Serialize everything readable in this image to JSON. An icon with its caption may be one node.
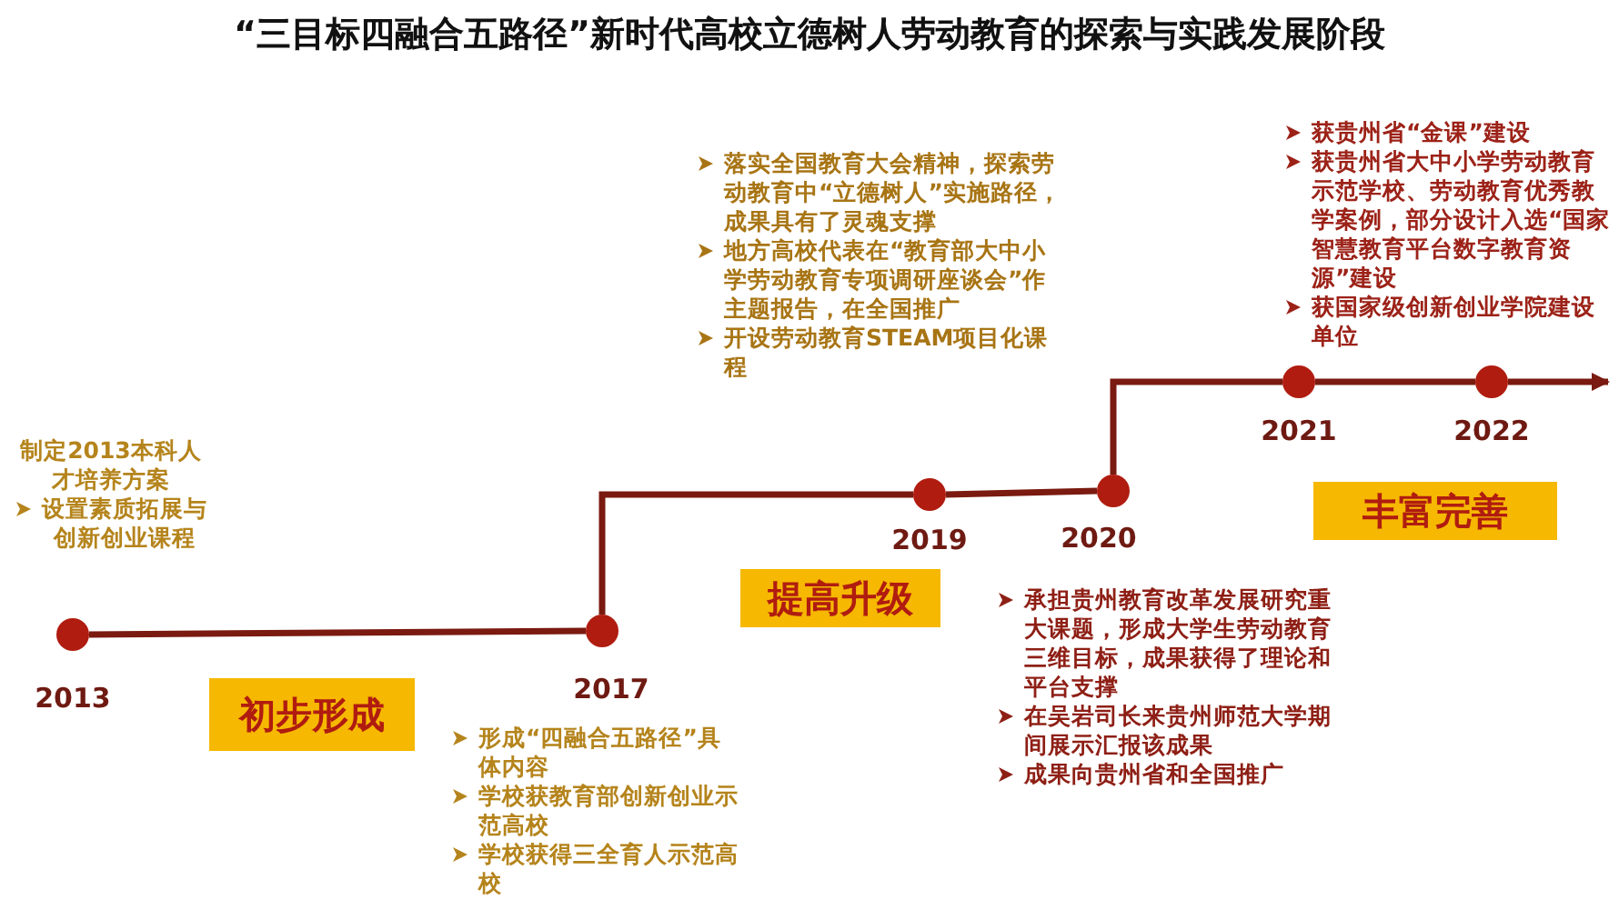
{
  "diagram": {
    "title": "“三目标四融合五路径”新时代高校立德树人劳动教育的探索与实践发展阶段",
    "nodes": [
      {
        "text": [],
        "shape": "circle",
        "beside": [
          "2013"
        ]
      },
      {
        "text": [],
        "shape": "circle",
        "beside": [
          "2017"
        ]
      },
      {
        "text": [],
        "shape": "circle",
        "beside": [
          "2019"
        ]
      },
      {
        "text": [],
        "shape": "circle",
        "beside": [
          "2020"
        ]
      },
      {
        "text": [],
        "shape": "circle",
        "beside": [
          "2021"
        ]
      },
      {
        "text": [],
        "shape": "circle",
        "beside": [
          "2022"
        ]
      },
      {
        "text": [
          "初步形成"
        ]
      },
      {
        "text": [
          "提高升级"
        ]
      },
      {
        "text": [
          "丰富完善"
        ]
      }
    ],
    "edges": [
      {
        "from": 0,
        "to": 1,
        "arrow": "none"
      },
      {
        "from": 1,
        "to": 2,
        "arrow": "none"
      },
      {
        "from": 2,
        "to": 3,
        "arrow": "none"
      },
      {
        "from": 3,
        "to": 4,
        "arrow": "none"
      },
      {
        "from": 4,
        "to": 5,
        "arrow": "none"
      },
      {
        "from": 5,
        "to": null,
        "arrow": "to"
      }
    ],
    "labels": [
      "制定2013本科人才培养方案",
      "设置素质拓展与创新创业课程",
      "落实全国教育大会精神，探索劳动教育中“立德树人”实施路径，成果具有了灵魂支撑",
      "地方高校代表在“教育部大中小学劳动教育专项调研座谈会”作主题报告，在全国推广",
      "开设劳动教育STEAM项目化课程",
      "获贵州省“金课”建设",
      "获贵州省大中小学劳动教育示范学校、劳动教育优秀教学案例，部分设计入选“国家智慧教育平台数字教育资源”建设",
      "获国家级创新创业学院建设单位",
      "形成“四融合五路径”具体内容",
      "学校获教育部创新创业示范高校",
      "学校获得三全育人示范高校",
      "承担贵州教育改革发展研究重大课题，形成大学生劳动教育三维目标，成果获得了理论和平台支撑",
      "在吴岩司长来贵州师范大学期间展示汇报该成果",
      "成果向贵州省和全国推广"
    ]
  }
}
